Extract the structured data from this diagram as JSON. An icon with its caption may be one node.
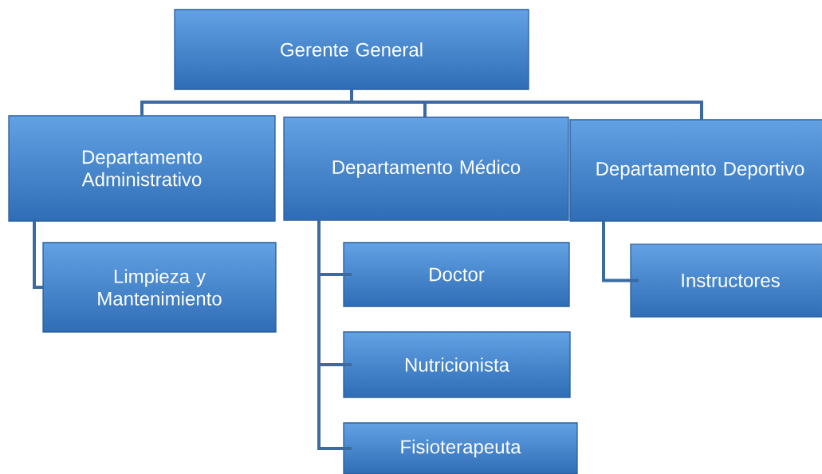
{
  "diagram": {
    "nodes": [
      {
        "text": [
          "Gerente General"
        ]
      },
      {
        "text": [
          "Departamento Administrativo"
        ]
      },
      {
        "text": [
          "Departamento Médico"
        ]
      },
      {
        "text": [
          "Departamento Deportivo"
        ]
      },
      {
        "text": [
          "Limpieza y Mantenimiento"
        ]
      },
      {
        "text": [
          "Doctor"
        ]
      },
      {
        "text": [
          "Nutricionista"
        ]
      },
      {
        "text": [
          "Fisioterapeuta"
        ]
      },
      {
        "text": [
          "Instructores"
        ]
      }
    ],
    "edges": [
      {
        "from": 0,
        "to": 1,
        "arrow": "none"
      },
      {
        "from": 0,
        "to": 2,
        "arrow": "none"
      },
      {
        "from": 0,
        "to": 3,
        "arrow": "none"
      },
      {
        "from": 1,
        "to": 4,
        "arrow": "none"
      },
      {
        "from": 2,
        "to": 5,
        "arrow": "none"
      },
      {
        "from": 2,
        "to": 6,
        "arrow": "none"
      },
      {
        "from": 2,
        "to": 7,
        "arrow": "none"
      },
      {
        "from": 3,
        "to": 8,
        "arrow": "none"
      }
    ]
  }
}
